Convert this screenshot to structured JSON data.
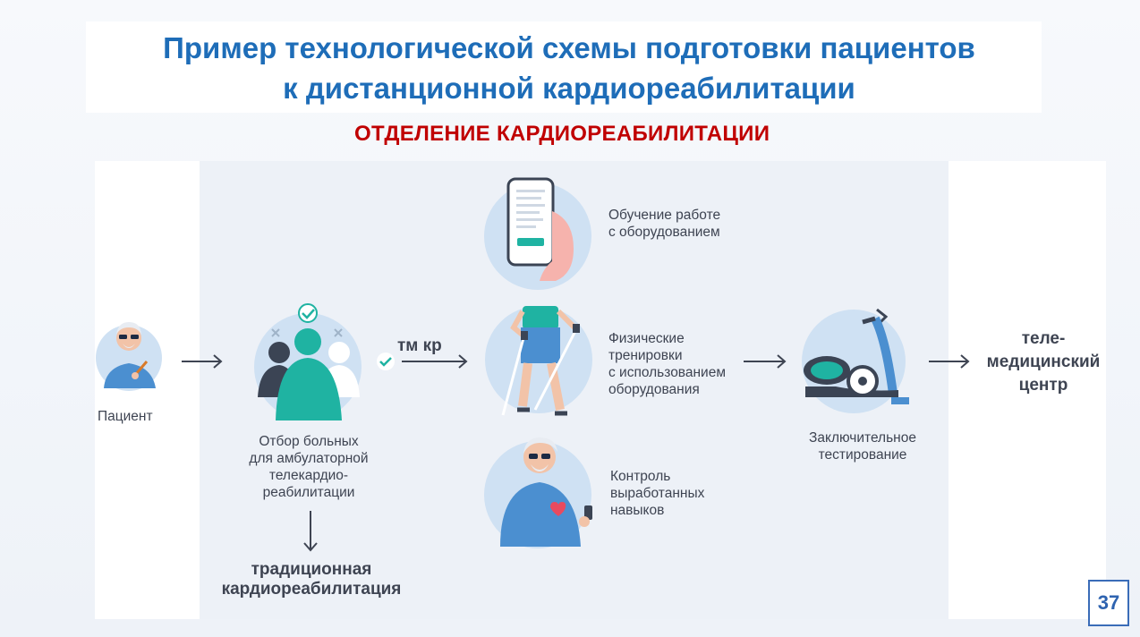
{
  "title": {
    "line1": "Пример технологической схемы подготовки пациентов",
    "line2": "к дистанционной кардиореабилитации"
  },
  "subtitle": "ОТДЕЛЕНИЕ КАРДИОРЕАБИЛИТАЦИИ",
  "nodes": {
    "patient": {
      "label": "Пациент"
    },
    "selection": {
      "label": "Отбор больных\nдля амбулаторной\nтелекардио-\nреабилитации"
    },
    "tm_kr": {
      "label": "тм кр"
    },
    "training_equipment": {
      "label": "Обучение работе\nс оборудованием"
    },
    "physical_training": {
      "label": "Физические\nтренировки\nс использованием\nоборудования"
    },
    "skills_control": {
      "label": "Контроль\nвыработанных\nнавыков"
    },
    "final_testing": {
      "label": "Заключительное\nтестирование"
    },
    "telemedicine_center": {
      "label": "теле-\nмедицинский\nцентр"
    },
    "traditional": {
      "label": "традиционная\nкардиореабилитация"
    }
  },
  "page_number": "37",
  "colors": {
    "title_blue": "#1e6db8",
    "subtitle_red": "#c00000",
    "circle_bg": "#cfe1f3",
    "teal": "#1fb3a2",
    "dark_figure": "#3b4454"
  }
}
